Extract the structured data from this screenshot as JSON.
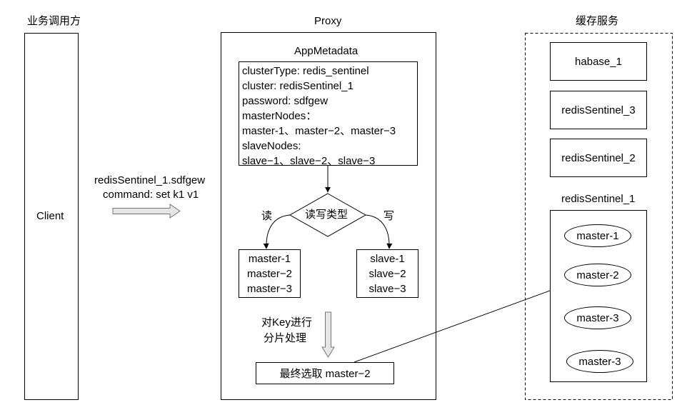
{
  "headers": {
    "caller": "业务调用方",
    "proxy": "Proxy",
    "cache": "缓存服务"
  },
  "client": {
    "label": "Client",
    "request_line1": "redisSentinel_1.sdfgew",
    "request_line2": "command: set k1 v1"
  },
  "proxy": {
    "metadata_title": "AppMetadata",
    "metadata_lines": [
      "clusterType: redis_sentinel",
      "cluster: redisSentinel_1",
      "password: sdfgew",
      "masterNodes：",
      "master-1、master−2、master−3",
      "slaveNodes:",
      "slave−1、slave−2、slave−3"
    ],
    "decision": "读写类型",
    "read_label": "读",
    "write_label": "写",
    "read_nodes": [
      "master-1",
      "master−2",
      "master−3"
    ],
    "write_nodes": [
      "slave-1",
      "slave−2",
      "slave−3"
    ],
    "sharding_line1": "对Key进行",
    "sharding_line2": "分片处理",
    "result": "最终选取 master−2"
  },
  "cache": {
    "services": [
      "habase_1",
      "redisSentinel_3",
      "redisSentinel_2"
    ],
    "sentinel_title": "redisSentinel_1",
    "masters": [
      "master-1",
      "master-2",
      "master-3",
      "master-3"
    ]
  }
}
